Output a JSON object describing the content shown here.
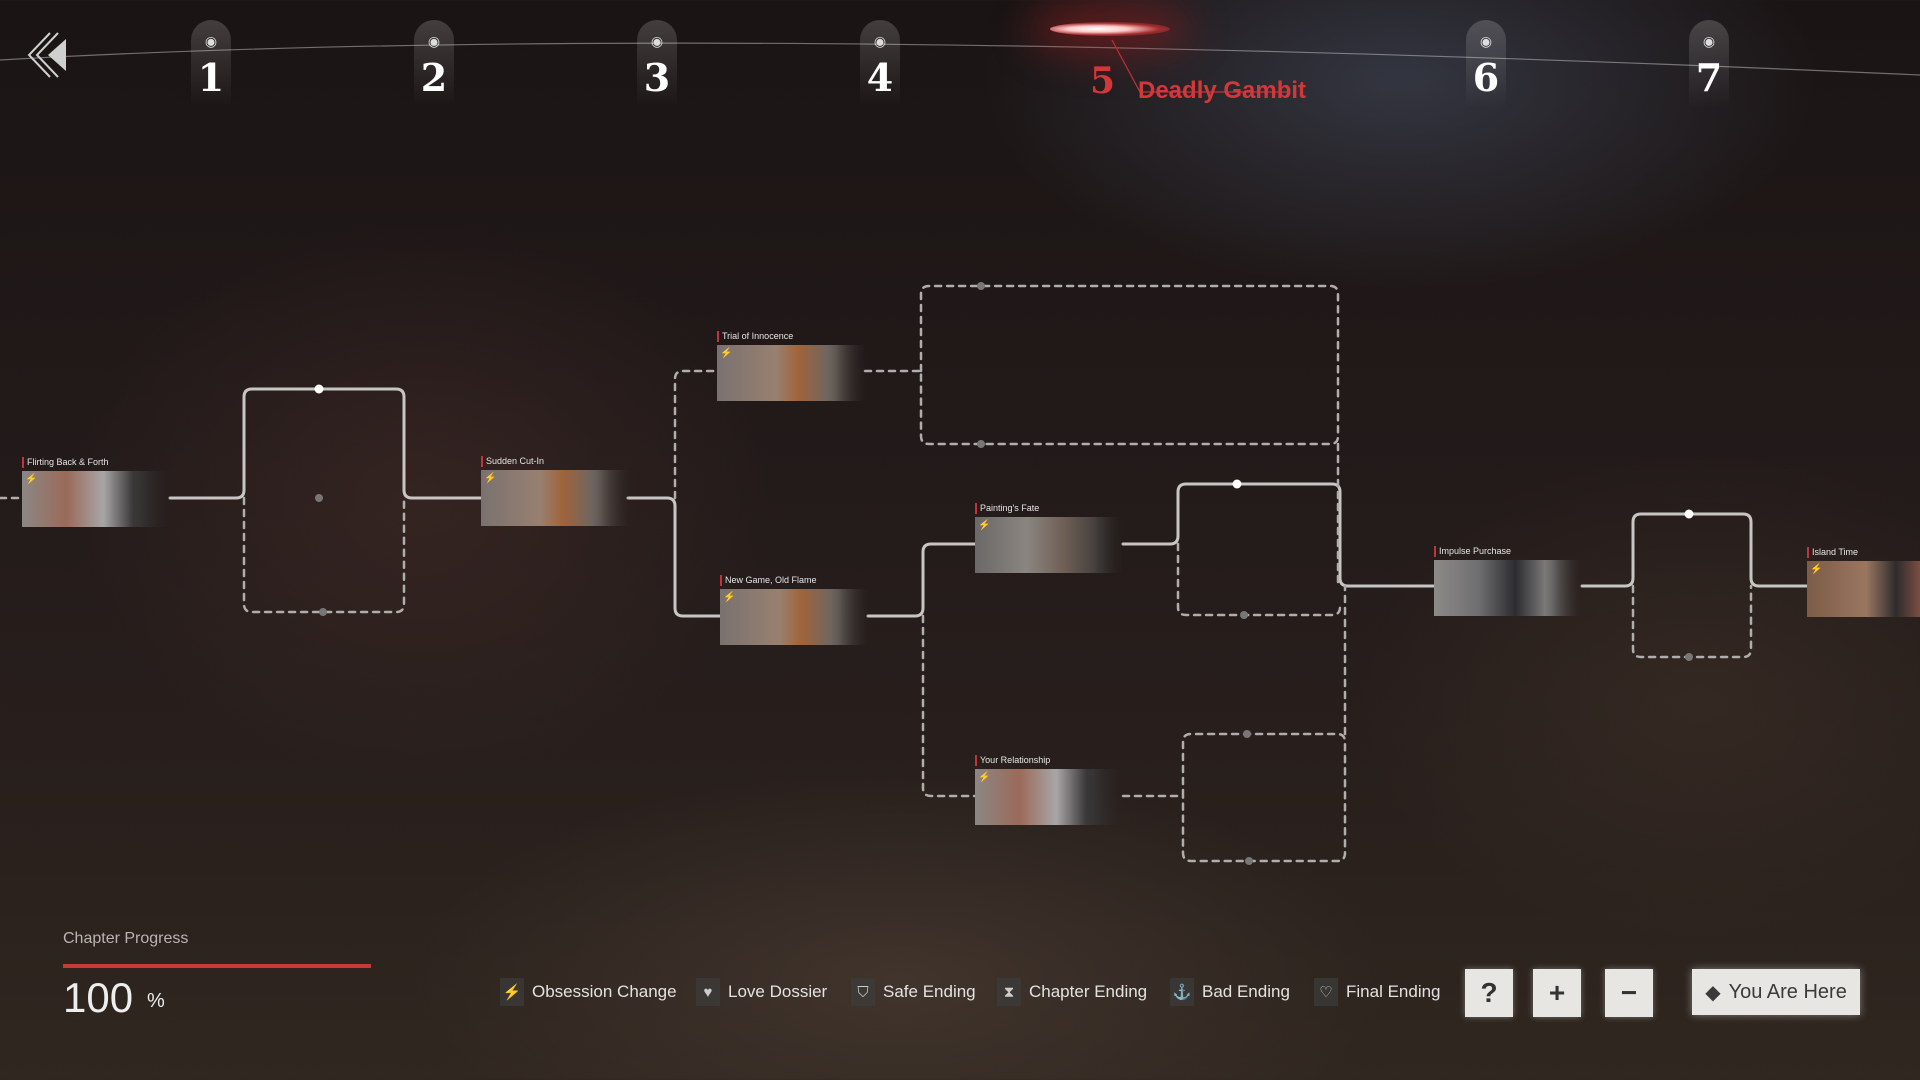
{
  "navigation": {
    "back_icon": "double-chevron-left-icon"
  },
  "chapters": [
    {
      "number": "1",
      "state": "locked-view",
      "icon": "eye-icon"
    },
    {
      "number": "2",
      "state": "locked-view",
      "icon": "eye-icon"
    },
    {
      "number": "3",
      "state": "locked-view",
      "icon": "eye-icon"
    },
    {
      "number": "4",
      "state": "locked-view",
      "icon": "eye-icon"
    },
    {
      "number": "5",
      "state": "current",
      "title": "Deadly Gambit"
    },
    {
      "number": "6",
      "state": "locked-view",
      "icon": "eye-icon"
    },
    {
      "number": "7",
      "state": "locked-view",
      "icon": "eye-icon"
    }
  ],
  "nodes": [
    {
      "id": "flirting",
      "label": "Flirting Back & Forth",
      "badge": "obsession-change-icon"
    },
    {
      "id": "sudden",
      "label": "Sudden Cut-In",
      "badge": "obsession-change-icon"
    },
    {
      "id": "trial",
      "label": "Trial of Innocence",
      "badge": "obsession-change-icon"
    },
    {
      "id": "newgame",
      "label": "New Game, Old Flame",
      "badge": "obsession-change-icon"
    },
    {
      "id": "painting",
      "label": "Painting's Fate",
      "badge": "obsession-change-icon"
    },
    {
      "id": "relationship",
      "label": "Your Relationship",
      "badge": "obsession-change-icon"
    },
    {
      "id": "impulse",
      "label": "Impulse Purchase",
      "badge": ""
    },
    {
      "id": "island",
      "label": "Island Time",
      "badge": "obsession-change-icon"
    }
  ],
  "progress": {
    "label": "Chapter Progress",
    "value": "100",
    "unit": "%",
    "fraction": 1.0
  },
  "legend": [
    {
      "icon": "obsession-change-icon",
      "label": "Obsession Change"
    },
    {
      "icon": "love-dossier-icon",
      "label": "Love Dossier"
    },
    {
      "icon": "safe-ending-icon",
      "label": "Safe Ending"
    },
    {
      "icon": "chapter-ending-icon",
      "label": "Chapter Ending"
    },
    {
      "icon": "bad-ending-icon",
      "label": "Bad Ending"
    },
    {
      "icon": "final-ending-icon",
      "label": "Final Ending"
    }
  ],
  "controls": {
    "help": "?",
    "zoom_in": "+",
    "zoom_out": "−",
    "you_are_here": "You Are Here"
  },
  "colors": {
    "accent": "#d4373a",
    "path_solid": "#c8c6c4",
    "path_dashed": "#b0aeac"
  }
}
